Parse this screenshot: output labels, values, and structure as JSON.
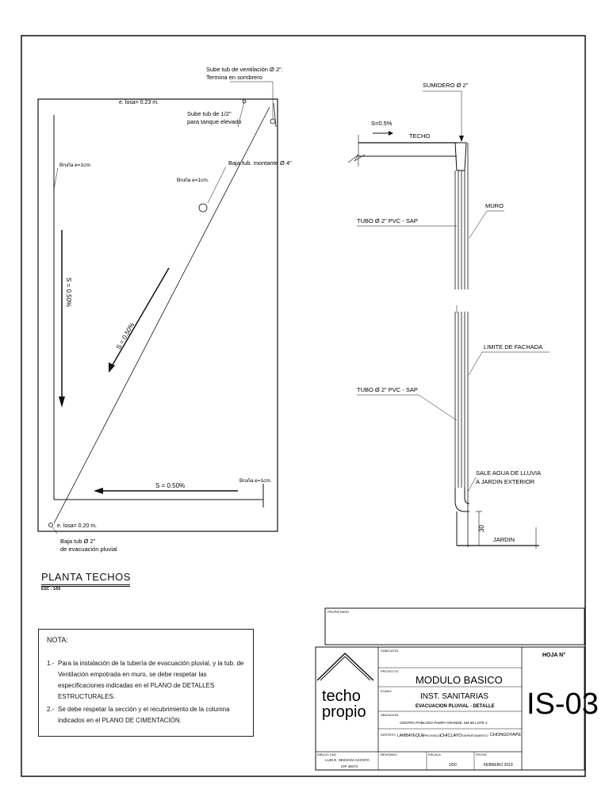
{
  "plan": {
    "title": "PLANTA  TECHOS",
    "scale": "ESC : 1/50",
    "labels": {
      "vent": [
        "Sube tub de ventilación Ø 2\".",
        "Termina en sombrero"
      ],
      "tank": [
        "Sube tub de 1/2\"",
        "para tanque elevado"
      ],
      "edge_top": "e. losa= 0.23 m.",
      "edge_bottom": "e. losa= 0.20 m.",
      "montante": "Baja tub. montante Ø 4\"",
      "slope_left": "S = 0.50%",
      "slope_diag": "S = 0.50%",
      "slope_bottom": "S = 0.50%",
      "bruna_a": "Bruña e=1cm.",
      "bruna_b": "Bruña e=1cm.",
      "bruna_c": "Bruña e=1cm.",
      "pluvial": [
        "Baja tub  Ø 2\"",
        "de evacuación pluvial"
      ]
    }
  },
  "detail": {
    "sumidero": "SUMIDERO Ø 2\"",
    "slope": "S=0.5%",
    "techo": "TECHO",
    "muro": "MURO",
    "tubo_top": "TUBO Ø 2\" PVC - SAP",
    "limite": "LIMITE DE FACHADA",
    "tubo_bottom": "TUBO Ø 2\" PVC - SAP",
    "sale": [
      "SALE AGUA DE LLUVIA",
      "A JARDIN EXTERIOR"
    ],
    "dim": "30",
    "jardin": "JARDIN"
  },
  "notes": {
    "title": "NOTA:",
    "items": [
      {
        "num": "1.-",
        "text": "Para la instalación de la tubería de evacuación pluvial, y la tub. de Ventilación empotrada en muro, se debe respetar las especificaciones indicadas en el PLANO de DETALLES ESTRUCTURALES."
      },
      {
        "num": "2.-",
        "text": "Se debe respetar la sección y el recubrimiento de la columna indicados en el PLANO DE CIMENTACIÓN."
      }
    ]
  },
  "title_block": {
    "propietario_label": "PROPIETARIO",
    "logo_line1": "techo",
    "logo_line2": "propio",
    "subcuota_label": "SUBCUOTA",
    "proyecto_label": "PROYECTO",
    "proyecto": "MODULO BASICO",
    "plano_label": "PLANO",
    "plano_1": "INST. SANITARIAS",
    "plano_2": "EVACUACION PLUVIAL - DETALLE",
    "ubicacion_label": "UBICACION",
    "ubicacion": "CENTRO POBLADO PAMPA GRANDE, MZ 66 LOTE 4",
    "distrito_label": "DISTRITO",
    "distrito": "LAMBAYEQUE",
    "provincia_label": "PROVINCIA",
    "provincia": "CHICLAYO",
    "departamento_label": "DEPARTAMENTO",
    "departamento": "CHONGOYAPE",
    "hoja_label": "HOJA N°",
    "hoja": "IS-03",
    "dibujo_label": "DIBUJO CAD",
    "dibujo_1": "LUIS E. SEGOVIA ACOSTA",
    "dibujo_2": "CIP 48474",
    "revisado_label": "REVISADO",
    "escala_label": "ESCALA",
    "escala": "1/50",
    "fecha_label": "FECHA",
    "fecha": "FEBRERO 2019"
  },
  "colors": {
    "line": "#111111",
    "paper": "#ffffff"
  }
}
